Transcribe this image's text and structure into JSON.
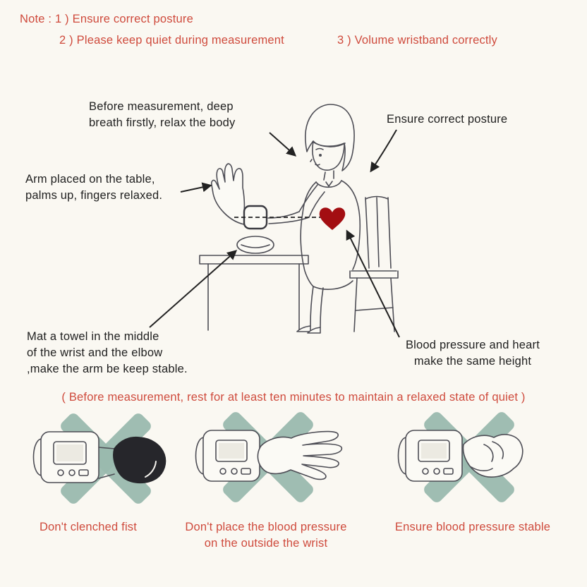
{
  "colors": {
    "page_bg": "#faf8f2",
    "note_red": "#cf4a3c",
    "ink": "#1f1f1f",
    "sketch": "#4d4d55",
    "heart": "#a30e12",
    "cross": "#9ab9ae",
    "device_fill": "#fbfaf5",
    "screen_fill": "#eceae2",
    "fist_fill": "#26262b"
  },
  "notes": {
    "line1": "Note : 1 ) Ensure correct posture",
    "line2a": "2 ) Please keep quiet during measurement",
    "line2b": "3 ) Volume wristband correctly"
  },
  "annotations": {
    "breath": "Before measurement, deep\nbreath firstly, relax the body",
    "posture": "Ensure correct posture",
    "arm": "Arm placed on the table,\npalms up, fingers relaxed.",
    "towel": "Mat a towel in the middle\nof the wrist and the elbow\n,make the arm be keep stable.",
    "heart": "Blood pressure and heart\nmake the same height"
  },
  "rest_note": "( Before measurement, rest for at least ten minutes to maintain a relaxed state of quiet )",
  "warnings": [
    {
      "caption": "Don't clenched fist"
    },
    {
      "caption": "Don't place the blood pressure\non the outside the wrist"
    },
    {
      "caption": "Ensure blood pressure stable"
    }
  ]
}
